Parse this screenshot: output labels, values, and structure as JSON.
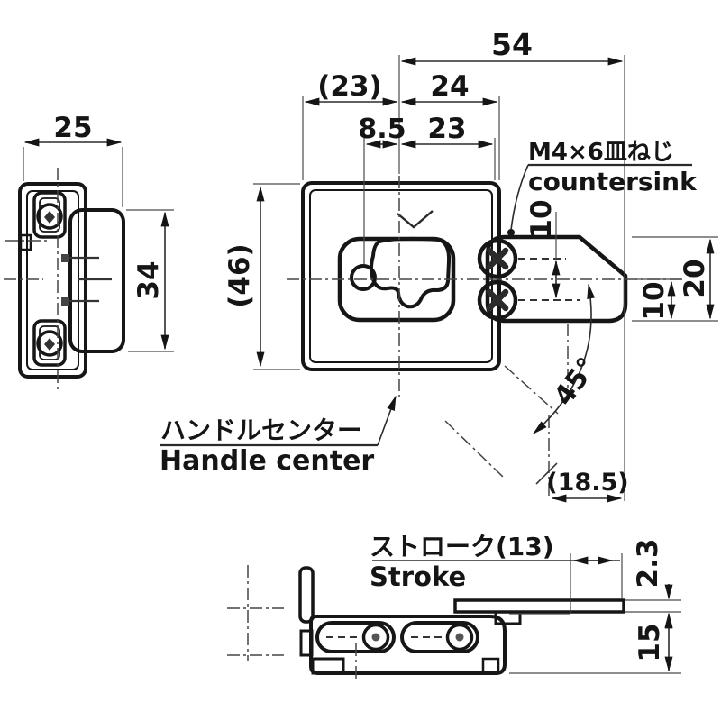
{
  "drawing_title": "latch-technical-drawing",
  "dims": {
    "side_width": "25",
    "side_body_height": "34",
    "front_height": "(46)",
    "overall_54": "54",
    "plate_left_23": "(23)",
    "plate_right_24": "24",
    "hole_offset_85": "8.5",
    "inner_right_23": "23",
    "screw_pitch_10": "10",
    "arm_height_20": "20",
    "arm_half_10": "10",
    "rotation_angle": "45°",
    "tip_offset": "(18.5)",
    "stroke_jp": "ストローク(13)",
    "stroke_en": "Stroke",
    "bar_thickness": "2.3",
    "body_depth_15": "15"
  },
  "labels": {
    "handle_center_jp": "ハンドルセンター",
    "handle_center_en": "Handle center",
    "screw_spec_jp": "M4×6皿ねじ",
    "screw_spec_en": "countersink"
  },
  "colors": {
    "line": "#161616",
    "dimension_line": "#2b2b2b",
    "body_fill": "#c7c7c7",
    "cutout_fill": "#d6d6d6",
    "background": "#ffffff"
  }
}
